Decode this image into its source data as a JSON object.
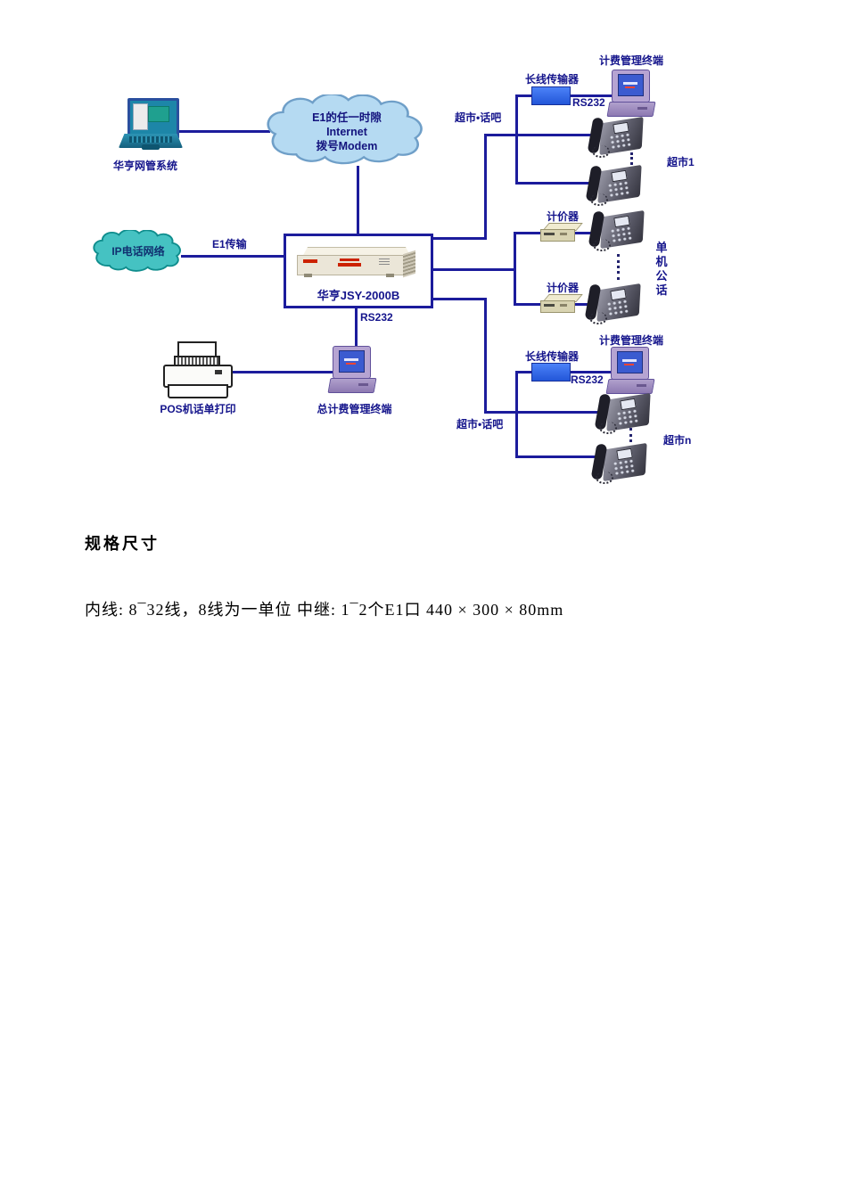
{
  "colors": {
    "connector": "#1c1c9c",
    "label_text": "#15158c",
    "internet_cloud_fill": "#b5daf2",
    "ip_cloud_fill": "#45c2c2",
    "transmitter_fill": "#2f6bf0",
    "device_beige": "#ebe6d8",
    "terminal_purple": "#b6a4d2"
  },
  "diagram": {
    "nms": {
      "label": "华亨网管系统"
    },
    "internet_cloud": {
      "line1": "E1的任一时隙",
      "line2": "Internet",
      "line3": "拨号Modem"
    },
    "ip_cloud": {
      "label": "IP电话网络"
    },
    "e1_link": {
      "label": "E1传输"
    },
    "pbx": {
      "label": "华亨JSY-2000B"
    },
    "rs232_center": {
      "label": "RS232"
    },
    "printer": {
      "label": "POS机话单打印"
    },
    "master_terminal": {
      "label": "总计费管理终端"
    },
    "top_group": {
      "transmitter_label": "长线传输器",
      "rs232_label": "RS232",
      "terminal_label": "计费管理终端",
      "bus_label": "超市•话吧",
      "phones_label": "超市1"
    },
    "meter_group": {
      "meter1_label": "计价器",
      "meter2_label": "计价器",
      "side_label": "单机公话"
    },
    "bottom_group": {
      "transmitter_label": "长线传输器",
      "rs232_label": "RS232",
      "terminal_label": "计费管理终端",
      "bus_label": "超市•话吧",
      "phones_label": "超市n"
    }
  },
  "specs": {
    "heading": "规格尺寸",
    "line": "内线: 8¯32线，8线为一单位  中继: 1¯2个E1口  440 × 300 × 80mm"
  }
}
